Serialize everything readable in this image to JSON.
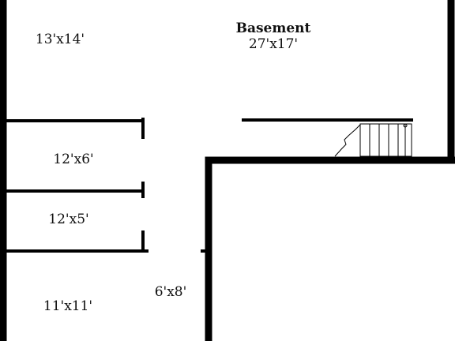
{
  "rooms": [
    {
      "id": "basement",
      "name": "Basement",
      "dims": "27'x17'"
    },
    {
      "id": "room-top-left",
      "dims": "13'x14'"
    },
    {
      "id": "room-12x6",
      "dims": "12'x6'"
    },
    {
      "id": "room-12x5",
      "dims": "12'x5'"
    },
    {
      "id": "room-11x11",
      "dims": "11'x11'"
    },
    {
      "id": "hall-6x8",
      "dims": "6'x8'"
    }
  ]
}
